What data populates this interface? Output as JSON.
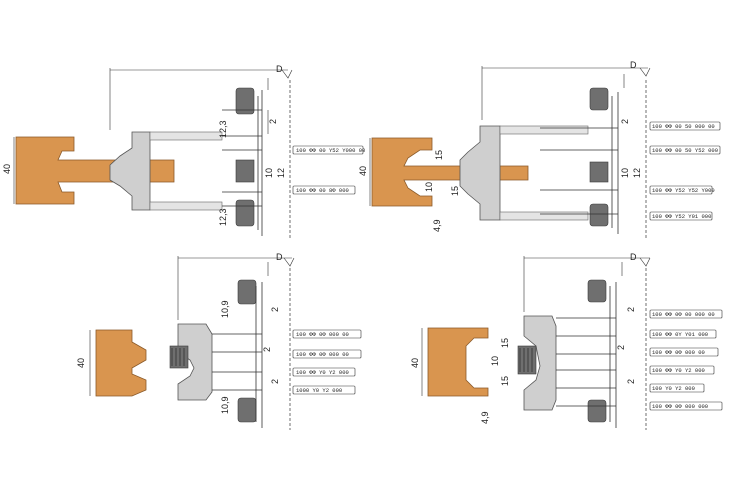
{
  "colors": {
    "wood": "#d9954f",
    "cutter_body": "#cfcfcf",
    "cutter_block": "#6f6f6f"
  },
  "diagrams": [
    {
      "id": "top-left",
      "wood_height": "40",
      "dims": {
        "top": "12,3",
        "bottom": "12,3",
        "mid1": "10",
        "mid2": "12",
        "side": "2",
        "corner": "D"
      },
      "tags": [
        "100 ФФ 00 Y52 Y000 00",
        "100 ФФ 00 8Ф 000"
      ]
    },
    {
      "id": "top-right",
      "wood_height": "40",
      "dims": {
        "a": "15",
        "b": "10",
        "c": "15",
        "d": "4,9",
        "mid1": "10",
        "mid2": "12",
        "side": "2",
        "corner": "D"
      },
      "tags": [
        "100 ФФ 00 50 000 00",
        "100 ФФ 00 50 Y52 000",
        "100 ФФ Y52 Y52 Y000",
        "100 ФФ Y52 Y01 000"
      ]
    },
    {
      "id": "bottom-left",
      "wood_height": "40",
      "dims": {
        "top": "10,9",
        "bottom": "10,9",
        "s1": "2",
        "s2": "2",
        "s3": "2",
        "corner": "D"
      },
      "tags": [
        "100 ФФ 0Ф 000 00",
        "100 ФФ 0Ф 000 00",
        "100 ФФ Y0 Y2 000",
        "1000 Y0 Y2 000"
      ]
    },
    {
      "id": "bottom-right",
      "wood_height": "40",
      "dims": {
        "a": "15",
        "b": "10",
        "c": "15",
        "d": "4,9",
        "s1": "2",
        "s2": "2",
        "s3": "2",
        "corner": "D"
      },
      "tags": [
        "100 ФФ 0Ф 00 000 00",
        "100 ФФ 0Y Y01 000",
        "100 ФФ 0Ф 000 00",
        "100 ФФ Y0 Y2 000",
        "100 Y0 Y2 000",
        "100 ФФ 0Ф 000 000"
      ]
    }
  ]
}
